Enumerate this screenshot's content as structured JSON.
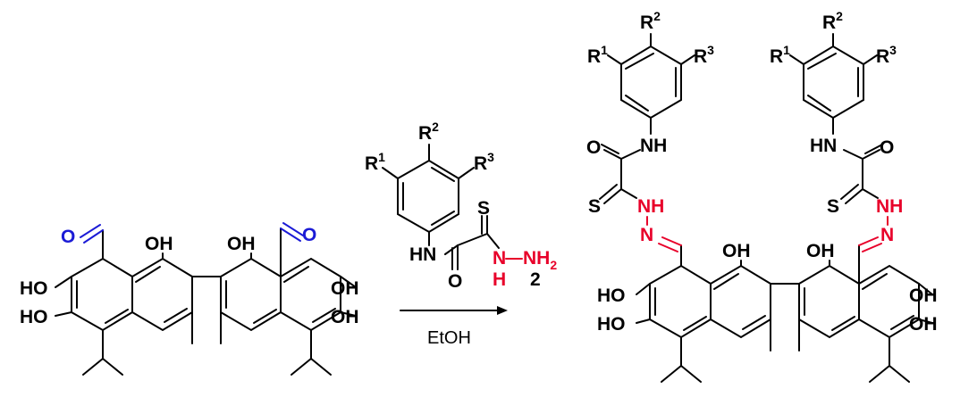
{
  "labels": {
    "oh": "OH",
    "ho": "HO",
    "o": "O",
    "s": "S",
    "nh": "NH",
    "hn": "HN",
    "h": "H",
    "n": "N",
    "r": "R",
    "r1": "1",
    "r2": "2",
    "r3": "3",
    "nh2_base": "NH",
    "nh2_sub": "2",
    "compound_number": "2"
  },
  "reaction": {
    "solvent": "EtOH"
  },
  "colors": {
    "default": "#000000",
    "hydrazide": "#e8002a",
    "aldehyde": "#1b1bd6"
  }
}
